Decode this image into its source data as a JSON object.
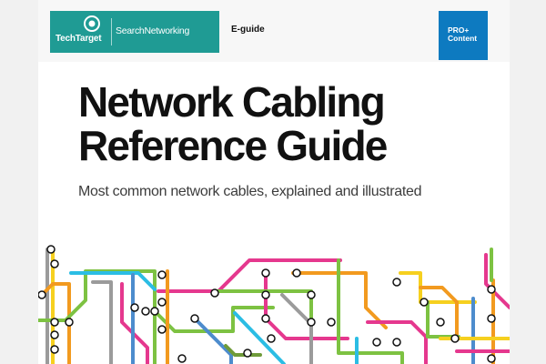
{
  "header": {
    "brand": "TechTarget",
    "site": "SearchNetworking",
    "doc_type": "E-guide",
    "badge": {
      "line1": "PRO+",
      "line2": "Content"
    }
  },
  "cover": {
    "title_line1": "Network Cabling",
    "title_line2": "Reference Guide",
    "subtitle": "Most common network cables, explained and illustrated"
  },
  "colors": {
    "brand_teal": "#1f9b94",
    "badge_blue": "#0d7ac0",
    "page_background": "#f1f1f1",
    "line_green": "#7dc242",
    "line_pink": "#e5388e",
    "line_cyan": "#2bbde4",
    "line_orange": "#f29a1f",
    "line_blue": "#4d8ccd",
    "line_gray": "#9b9b9b",
    "line_yellow": "#f6d01f",
    "line_olive": "#6f9b39"
  }
}
